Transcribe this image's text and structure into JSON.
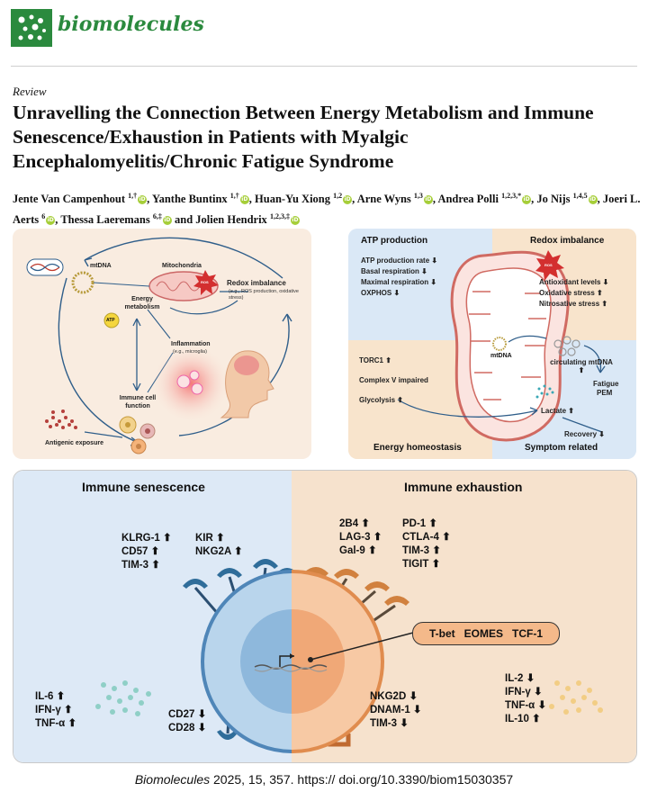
{
  "header": {
    "journal_name": "biomolecules",
    "article_type": "Review",
    "title": "Unravelling the Connection Between Energy Metabolism and Immune Senescence/Exhaustion in Patients with Myalgic Encephalomyelitis/Chronic Fatigue Syndrome",
    "authors": [
      {
        "name": "Jente Van Campenhout",
        "sup": "1,†"
      },
      {
        "name": "Yanthe Buntinx",
        "sup": "1,†"
      },
      {
        "name": "Huan-Yu Xiong",
        "sup": "1,2"
      },
      {
        "name": "Arne Wyns",
        "sup": "1,3"
      },
      {
        "name": "Andrea Polli",
        "sup": "1,2,3,*"
      },
      {
        "name": "Jo Nijs",
        "sup": "1,4,5"
      },
      {
        "name": "Joeri L. Aerts",
        "sup": "6"
      },
      {
        "name": "Thessa Laeremans",
        "sup": "6,‡"
      },
      {
        "name": "Jolien Hendrix",
        "sup": "1,2,3,‡"
      }
    ]
  },
  "panel_a": {
    "mtdna": "mtDNA",
    "mitochondria": "Mitochondria",
    "ros": "ROS",
    "redox_title": "Redox imbalance",
    "redox_sub": "(e.g., ROS production, oxidative stress)",
    "energy": "Energy metabolism",
    "atp": "ATP",
    "inflammation": "Inflammation",
    "inflammation_sub": "(e.g., microglia)",
    "immune": "Immune cell function",
    "antigen": "Antigenic exposure"
  },
  "panel_b": {
    "atp_title": "ATP production",
    "atp_items": [
      "ATP production rate ⬇",
      "Basal respiration ⬇",
      "Maximal respiration ⬇",
      "OXPHOS ⬇"
    ],
    "redox_title": "Redox imbalance",
    "ros": "ROS",
    "redox_items": [
      "Antioxidant levels ⬇",
      "Oxidative stress ⬆",
      "Nitrosative stress ⬆"
    ],
    "energy_items": [
      "TORC1 ⬆",
      "Complex V impaired",
      "Glycolysis ⬆"
    ],
    "mtdna": "mtDNA",
    "circulating": "circulating mtDNA ⬆",
    "fatigue": "Fatigue",
    "pem": "PEM",
    "lactate": "Lactate ⬆",
    "recovery": "Recovery ⬇",
    "energy_title": "Energy homeostasis",
    "symptom_title": "Symptom related"
  },
  "panel_c": {
    "senescence_title": "Immune senescence",
    "exhaustion_title": "Immune exhaustion",
    "sen_col1": [
      "KLRG-1 ⬆",
      "CD57 ⬆",
      "TIM-3 ⬆"
    ],
    "sen_col2": [
      "KIR ⬆",
      "NKG2A ⬆"
    ],
    "exh_col1": [
      "2B4 ⬆",
      "LAG-3 ⬆",
      "Gal-9 ⬆"
    ],
    "exh_col2": [
      "PD-1 ⬆",
      "CTLA-4 ⬆",
      "TIM-3 ⬆",
      "TIGIT ⬆"
    ],
    "tf": "T-bet   EOMES   TCF-1",
    "sen_cytokines": [
      "IL-6 ⬆",
      "IFN-γ ⬆",
      "TNF-α ⬆"
    ],
    "sen_bottom": [
      "CD27 ⬇",
      "CD28 ⬇"
    ],
    "exh_bottom": [
      "NKG2D ⬇",
      "DNAM-1 ⬇",
      "TIM-3 ⬇"
    ],
    "exh_cytokines": [
      "IL-2 ⬇",
      "IFN-γ ⬇",
      "TNF-α ⬇",
      "IL-10 ⬆"
    ]
  },
  "citation": {
    "journal": "Biomolecules",
    "rest": " 2025, 15, 357. https:// doi.org/10.3390/biom15030357"
  },
  "colors": {
    "journal_green": "#2b8a3e",
    "senescence_bg": "#dde9f6",
    "exhaustion_bg": "#f6e2cd"
  }
}
